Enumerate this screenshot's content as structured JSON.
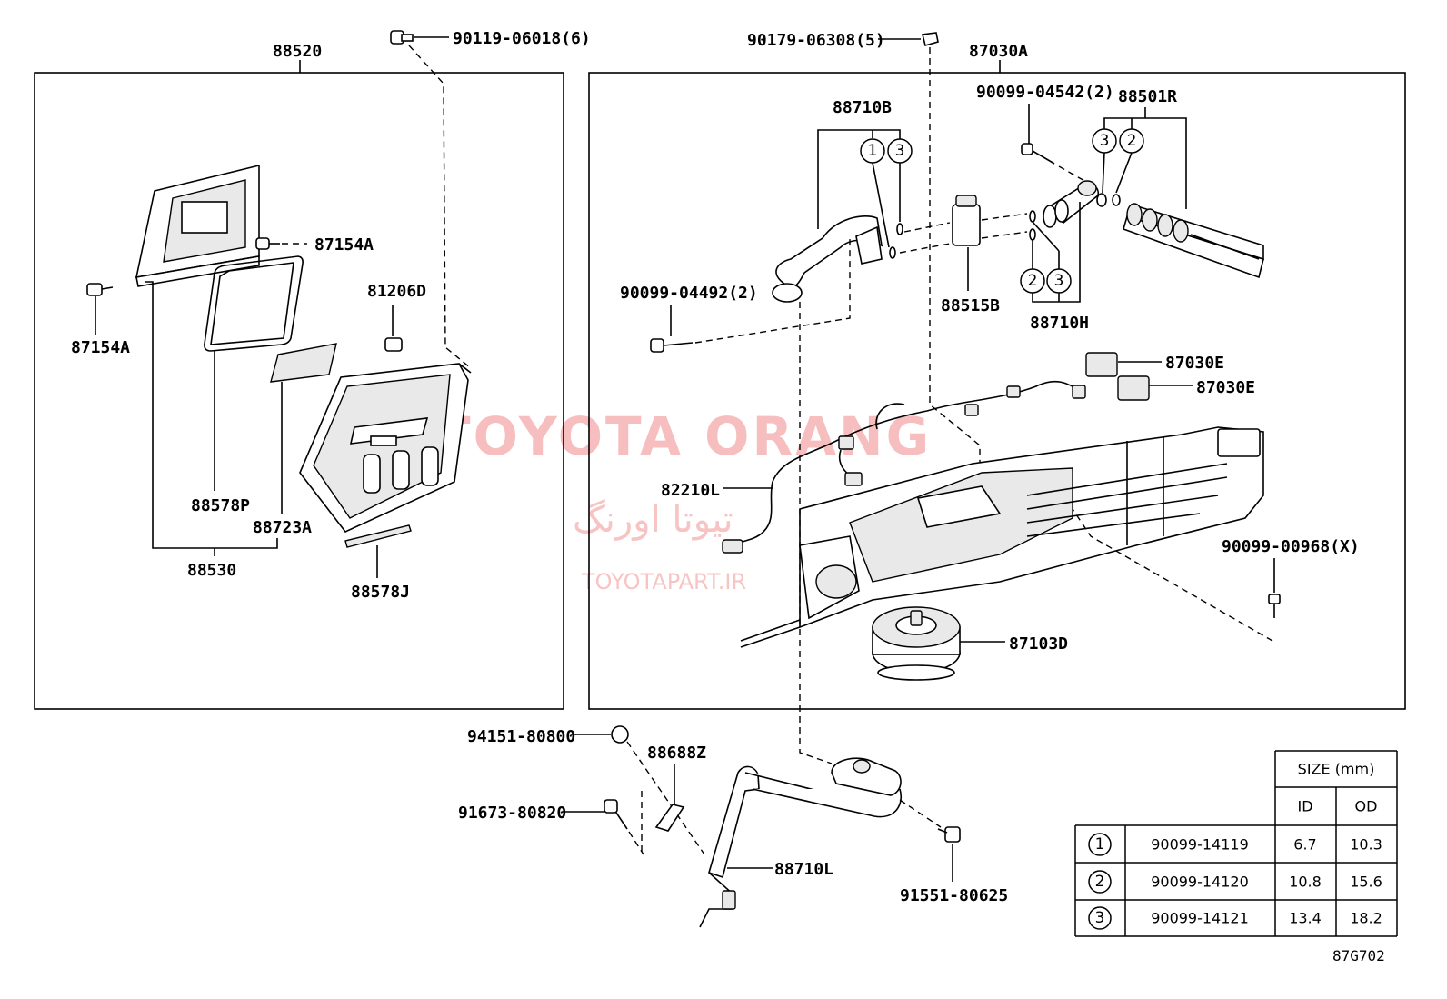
{
  "diagram_code": "87G702",
  "watermark": {
    "brand": "TOYOTA ORANG",
    "persian": "تیوتا اورنگ",
    "site": "TOYOTAPART.IR"
  },
  "labels": {
    "p88520": "88520",
    "p87154A_a": "87154A",
    "p87154A_b": "87154A",
    "p81206D": "81206D",
    "p88578P": "88578P",
    "p88723A": "88723A",
    "p88530": "88530",
    "p88578J": "88578J",
    "p90119": "90119-06018(6)",
    "p90179": "90179-06308(5)",
    "p87030A": "87030A",
    "p88710B": "88710B",
    "p90099_04542": "90099-04542(2)",
    "p88501R": "88501R",
    "p90099_04492": "90099-04492(2)",
    "p88515B": "88515B",
    "p88710H": "88710H",
    "p87030E_a": "87030E",
    "p87030E_b": "87030E",
    "p82210L": "82210L",
    "p90099_00968": "90099-00968(X)",
    "p87103D": "87103D",
    "p94151": "94151-80800",
    "p88688Z": "88688Z",
    "p91673": "91673-80820",
    "p88710L": "88710L",
    "p91551": "91551-80625"
  },
  "callouts": {
    "c1": "1",
    "c2": "2",
    "c3": "3"
  },
  "size_table": {
    "title": "SIZE (mm)",
    "col_id": "ID",
    "col_od": "OD",
    "rows": [
      {
        "key": "1",
        "part": "90099-14119",
        "id": "6.7",
        "od": "10.3"
      },
      {
        "key": "2",
        "part": "90099-14120",
        "id": "10.8",
        "od": "15.6"
      },
      {
        "key": "3",
        "part": "90099-14121",
        "id": "13.4",
        "od": "18.2"
      }
    ]
  }
}
